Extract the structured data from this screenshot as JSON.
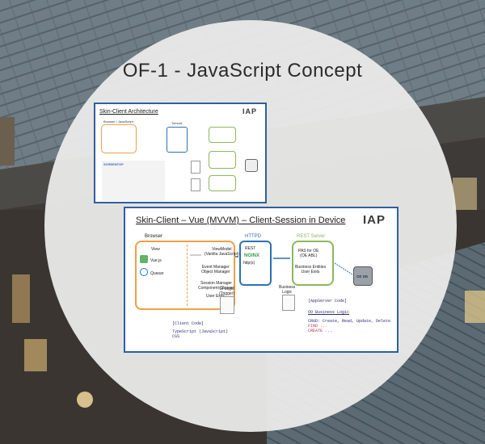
{
  "title": "OF-1 - JavaScript Concept",
  "slide1": {
    "title": "Skin-Client Architecture",
    "logo": "IAP",
    "browser_label": "Browser / JavaScript",
    "tomcat_label": "Tomcat",
    "logo_small": "SCREENTOP"
  },
  "slide2": {
    "title": "Skin-Client – Vue (MVVM) – Client-Session in Device",
    "logo": "IAP",
    "browser": {
      "label": "Browser",
      "view": "View",
      "viewmodel": "ViewModel\n(Vanilla JavaScript)",
      "event_manager": "Event Manager\nObject Manager",
      "session_manager": "Session Manager\nComponent Classes",
      "user_exits": "User Exits",
      "vuejs": "Vue.js",
      "quasar": "Quasar"
    },
    "rest": "REST",
    "https": "http(s)",
    "httpd": {
      "label": "HTTPD",
      "logo": "NGINX"
    },
    "rest_server": {
      "label": "REST Server",
      "pas": "PAS for OE\n(OE ABL)",
      "business": "Business Entities\nUser Exits",
      "db": "OE DB"
    },
    "ui_logic": "UI Logic\n(Trigger)",
    "business_logic": "Business\nLogic",
    "client_code": {
      "header": "[Client Code]",
      "lines": [
        "TypeScript (JavaScript)",
        "CSS"
      ]
    },
    "appserver_code": {
      "header": "[AppServer Code]",
      "subheader": "OO Business Logic",
      "lines": [
        "CRUD: Create, Read, Update, Delete",
        "FIND ...",
        "CREATE ..."
      ]
    }
  },
  "colors": {
    "orange": "#f0a046",
    "blue": "#2f6fb5",
    "green": "#8db85a",
    "frame": "#2f5f9e"
  }
}
